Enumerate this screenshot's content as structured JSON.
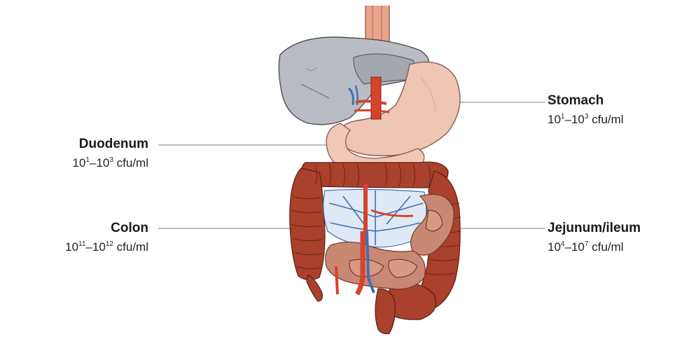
{
  "labels": {
    "stomach": {
      "name": "Stomach",
      "base1": "10",
      "exp1": "1",
      "sep": "–",
      "base2": "10",
      "exp2": "3",
      "unit": " cfu/ml"
    },
    "duodenum": {
      "name": "Duodenum",
      "base1": "10",
      "exp1": "1",
      "sep": "–",
      "base2": "10",
      "exp2": "3",
      "unit": " cfu/ml"
    },
    "colon": {
      "name": "Colon",
      "base1": "10",
      "exp1": "11",
      "sep": "–",
      "base2": "10",
      "exp2": "12",
      "unit": " cfu/ml"
    },
    "jejunum": {
      "name": "Jejunum/ileum",
      "base1": "10",
      "exp1": "4",
      "sep": "–",
      "base2": "10",
      "exp2": "7",
      "unit": " cfu/ml"
    }
  },
  "colors": {
    "liver": "#b9bcc2",
    "stomach": "#efc6b4",
    "colon": "#a9412c",
    "intestine": "#c88874",
    "artery": "#d5432b",
    "vein": "#3f6fb3",
    "leader": "#9a9a9a"
  }
}
